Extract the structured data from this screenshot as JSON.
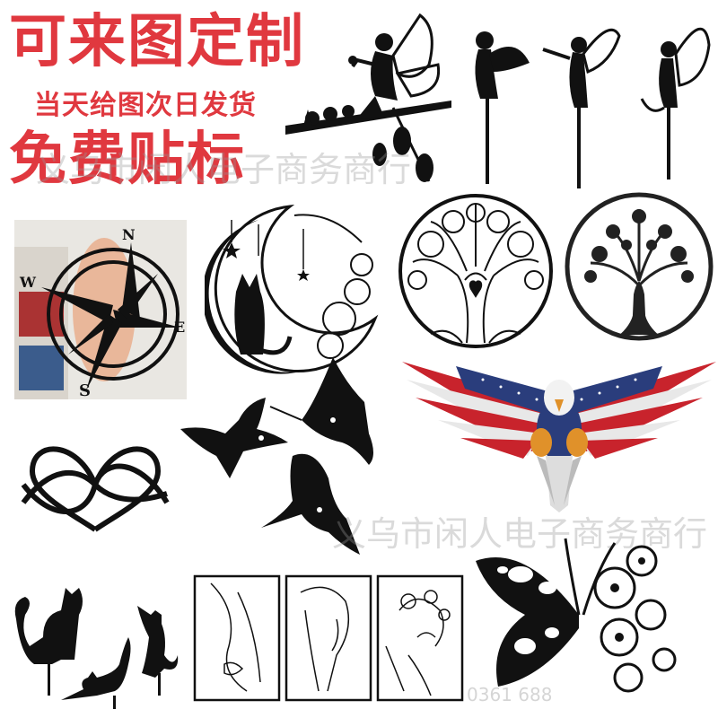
{
  "headlines": {
    "line1": "可来图定制",
    "line2": "当天给图次日发货",
    "line3": "免费贴标"
  },
  "watermarks": {
    "top": "义乌市闲人电子商务商行",
    "middle": "义乌市闲人电子商务商行",
    "bottom": "0361  688"
  },
  "compass": {
    "n": "N",
    "e": "E",
    "s": "S",
    "w": "W"
  },
  "colors": {
    "headline_red": "#e0383f",
    "silhouette_black": "#111111",
    "flag_red": "#c8232c",
    "flag_blue": "#2a3d7c",
    "talon_orange": "#e0912a"
  },
  "products": [
    {
      "name": "fairy-on-branch"
    },
    {
      "name": "fairy-garden-stakes"
    },
    {
      "name": "compass-rose"
    },
    {
      "name": "moon-cat"
    },
    {
      "name": "tree-of-life-heart"
    },
    {
      "name": "tree-of-life"
    },
    {
      "name": "american-flag-eagle"
    },
    {
      "name": "infinity-hearts"
    },
    {
      "name": "hummingbirds"
    },
    {
      "name": "cat-stakes"
    },
    {
      "name": "line-art-women-triptych"
    },
    {
      "name": "floral-butterfly"
    }
  ]
}
